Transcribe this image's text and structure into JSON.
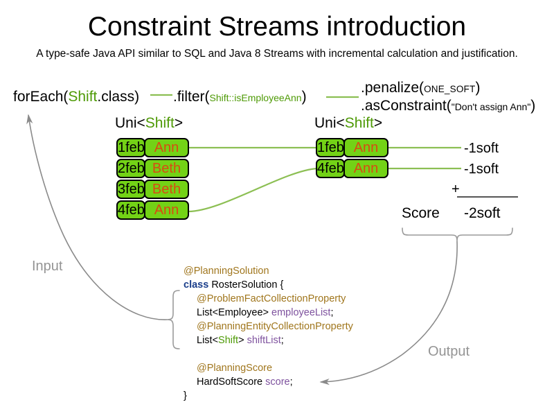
{
  "header": {
    "title": "Constraint Streams introduction",
    "subtitle": "A type-safe Java API similar to SQL and Java 8 Streams with incremental calculation and justification."
  },
  "pipeline": {
    "foreach": {
      "prefix": "forEach(",
      "type": "Shift",
      "suffix": ".class)"
    },
    "filter": {
      "prefix": ".filter(",
      "arg": "Shift::isEmployeeAnn",
      "suffix": ")"
    },
    "penalize": {
      "prefix": ".penalize(",
      "arg": "ONE_SOFT",
      "suffix": ")"
    },
    "as_constraint": {
      "prefix": ".asConstraint(",
      "arg": "\"Don't assign Ann\"",
      "suffix": ")"
    }
  },
  "streams": {
    "left": {
      "label_prefix": "Uni<",
      "label_type": "Shift",
      "label_suffix": ">",
      "rows": [
        {
          "date": "1feb",
          "employee": "Ann"
        },
        {
          "date": "2feb",
          "employee": "Beth"
        },
        {
          "date": "3feb",
          "employee": "Beth"
        },
        {
          "date": "4feb",
          "employee": "Ann"
        }
      ]
    },
    "right": {
      "label_prefix": "Uni<",
      "label_type": "Shift",
      "label_suffix": ">",
      "rows": [
        {
          "date": "1feb",
          "employee": "Ann"
        },
        {
          "date": "4feb",
          "employee": "Ann"
        }
      ]
    }
  },
  "score": {
    "penalties": [
      "-1soft",
      "-1soft"
    ],
    "operator": "+",
    "label": "Score",
    "total": "-2soft"
  },
  "annotations": {
    "input": "Input",
    "output": "Output"
  },
  "code": {
    "lines": [
      {
        "indent": 0,
        "tokens": [
          {
            "t": "@PlanningSolution",
            "c": "ann"
          }
        ]
      },
      {
        "indent": 0,
        "tokens": [
          {
            "t": "class",
            "c": "kw"
          },
          {
            "t": " RosterSolution {",
            "c": "plain"
          }
        ]
      },
      {
        "indent": 1,
        "tokens": [
          {
            "t": "@ProblemFactCollectionProperty",
            "c": "ann"
          }
        ]
      },
      {
        "indent": 1,
        "tokens": [
          {
            "t": "List<Employee> ",
            "c": "plain"
          },
          {
            "t": "employeeList",
            "c": "field"
          },
          {
            "t": ";",
            "c": "plain"
          }
        ]
      },
      {
        "indent": 1,
        "tokens": [
          {
            "t": "@PlanningEntityCollectionProperty",
            "c": "ann"
          }
        ]
      },
      {
        "indent": 1,
        "tokens": [
          {
            "t": "List<",
            "c": "plain"
          },
          {
            "t": "Shift",
            "c": "green"
          },
          {
            "t": "> ",
            "c": "plain"
          },
          {
            "t": "shiftList",
            "c": "field"
          },
          {
            "t": ";",
            "c": "plain"
          }
        ]
      },
      {
        "indent": 0,
        "tokens": [
          {
            "t": " ",
            "c": "plain"
          }
        ]
      },
      {
        "indent": 1,
        "tokens": [
          {
            "t": "@PlanningScore",
            "c": "ann"
          }
        ]
      },
      {
        "indent": 1,
        "tokens": [
          {
            "t": "HardSoftScore ",
            "c": "plain"
          },
          {
            "t": "score",
            "c": "field"
          },
          {
            "t": ";",
            "c": "plain"
          }
        ]
      },
      {
        "indent": 0,
        "tokens": [
          {
            "t": "}",
            "c": "plain"
          }
        ]
      }
    ]
  },
  "colors": {
    "box_fill": "#73d216",
    "box_border": "#000000",
    "employee_text": "#d84b12",
    "stream_line": "#8cbf53",
    "type_green": "#4e9a06",
    "annotation_gray": "#949494",
    "brace_gray": "#9a9a9a",
    "code_annotation": "#a0761d",
    "code_keyword": "#1b3f8b",
    "code_field": "#7e529e"
  }
}
